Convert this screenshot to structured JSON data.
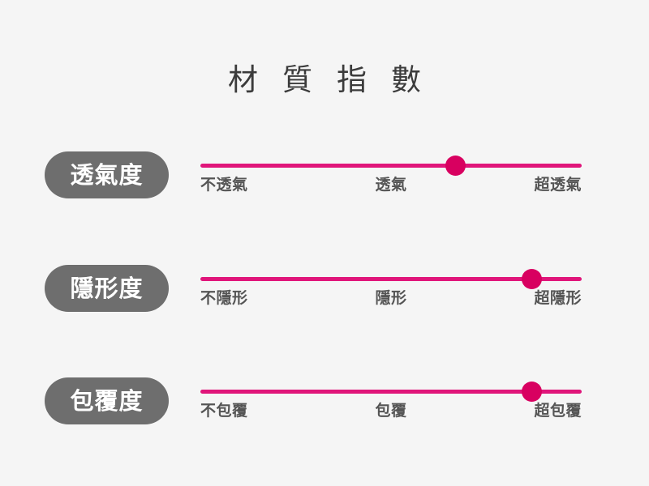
{
  "page": {
    "title": "材質指數",
    "background_color": "#f5f5f5",
    "accent_color": "#e0157a",
    "handle_color": "#d80060",
    "pill_color": "#6e6e6e",
    "label_color": "#555555",
    "title_color": "#3b3b3b"
  },
  "metrics": [
    {
      "name": "透氣度",
      "scale": [
        "不透氣",
        "透氣",
        "超透氣"
      ],
      "value_percent": 67
    },
    {
      "name": "隱形度",
      "scale": [
        "不隱形",
        "隱形",
        "超隱形"
      ],
      "value_percent": 87
    },
    {
      "name": "包覆度",
      "scale": [
        "不包覆",
        "包覆",
        "超包覆"
      ],
      "value_percent": 87
    }
  ]
}
